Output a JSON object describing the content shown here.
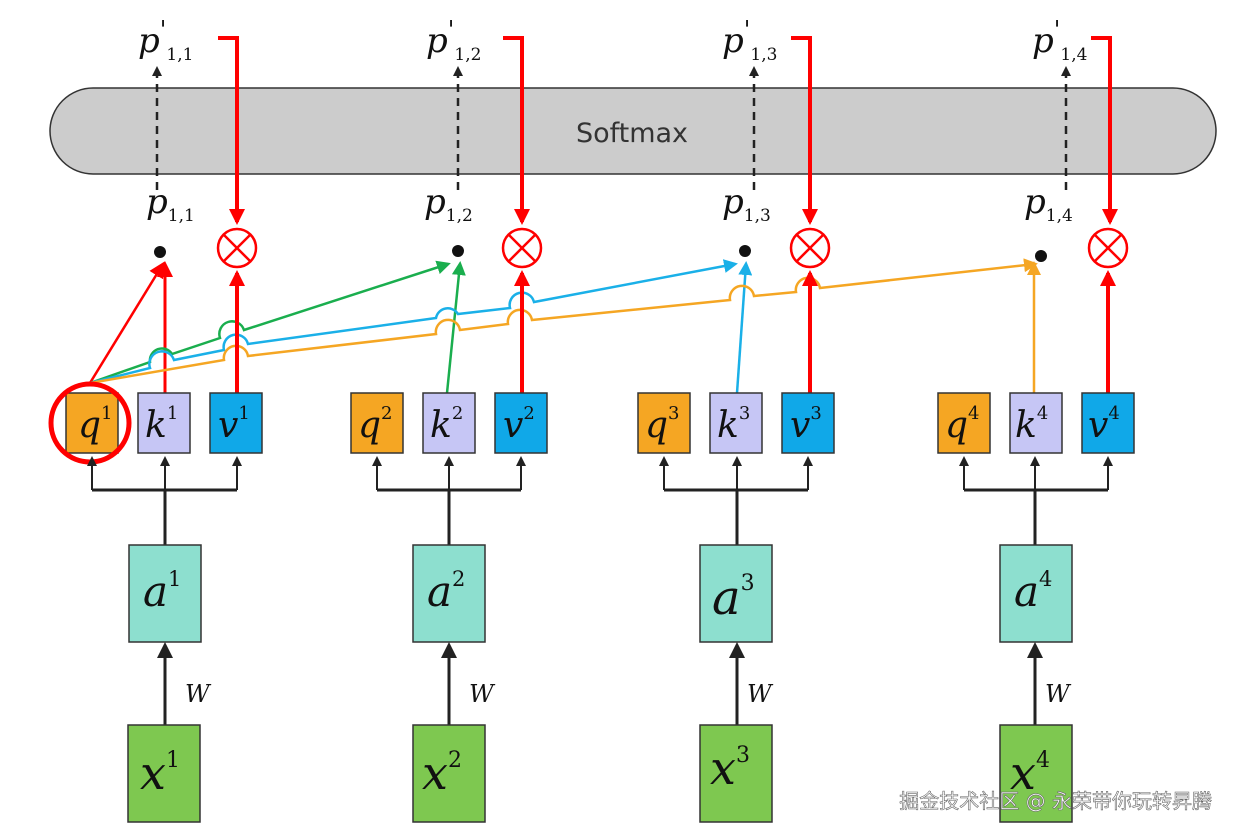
{
  "softmax_label": "Softmax",
  "weight_label": "W",
  "watermark": "掘金技术社区 @ 永荣带你玩转昇腾",
  "columns": [
    {
      "x": "x",
      "x_sup": "1",
      "a": "a",
      "a_sup": "1",
      "q": "q",
      "q_sup": "1",
      "k": "k",
      "k_sup": "1",
      "v": "v",
      "v_sup": "1",
      "p": "p",
      "p_sub": "1,1",
      "pp": "p",
      "pp_prime": "'",
      "pp_sub": "1,1"
    },
    {
      "x": "x",
      "x_sup": "2",
      "a": "a",
      "a_sup": "2",
      "q": "q",
      "q_sup": "2",
      "k": "k",
      "k_sup": "2",
      "v": "v",
      "v_sup": "2",
      "p": "p",
      "p_sub": "1,2",
      "pp": "p",
      "pp_prime": "'",
      "pp_sub": "1,2"
    },
    {
      "x": "x",
      "x_sup": "3",
      "a": "a",
      "a_sup": "3",
      "q": "q",
      "q_sup": "3",
      "k": "k",
      "k_sup": "3",
      "v": "v",
      "v_sup": "3",
      "p": "p",
      "p_sub": "1,3",
      "pp": "p",
      "pp_prime": "'",
      "pp_sub": "1,3"
    },
    {
      "x": "x",
      "x_sup": "4",
      "a": "a",
      "a_sup": "4",
      "q": "q",
      "q_sup": "4",
      "k": "k",
      "k_sup": "4",
      "v": "v",
      "v_sup": "4",
      "p": "p",
      "p_sub": "1,4",
      "pp": "p",
      "pp_prime": "'",
      "pp_sub": "1,4"
    }
  ],
  "colors": {
    "q_box": "#f5a623",
    "k_box": "#c6c6f5",
    "v_box": "#10a8e8",
    "a_box": "#8ddfcf",
    "x_box": "#7ec850",
    "softmax_bar": "#cccccc",
    "red": "#ff0000",
    "green": "#1aae4e",
    "blue": "#1ab0e8",
    "orange": "#f5a623"
  }
}
